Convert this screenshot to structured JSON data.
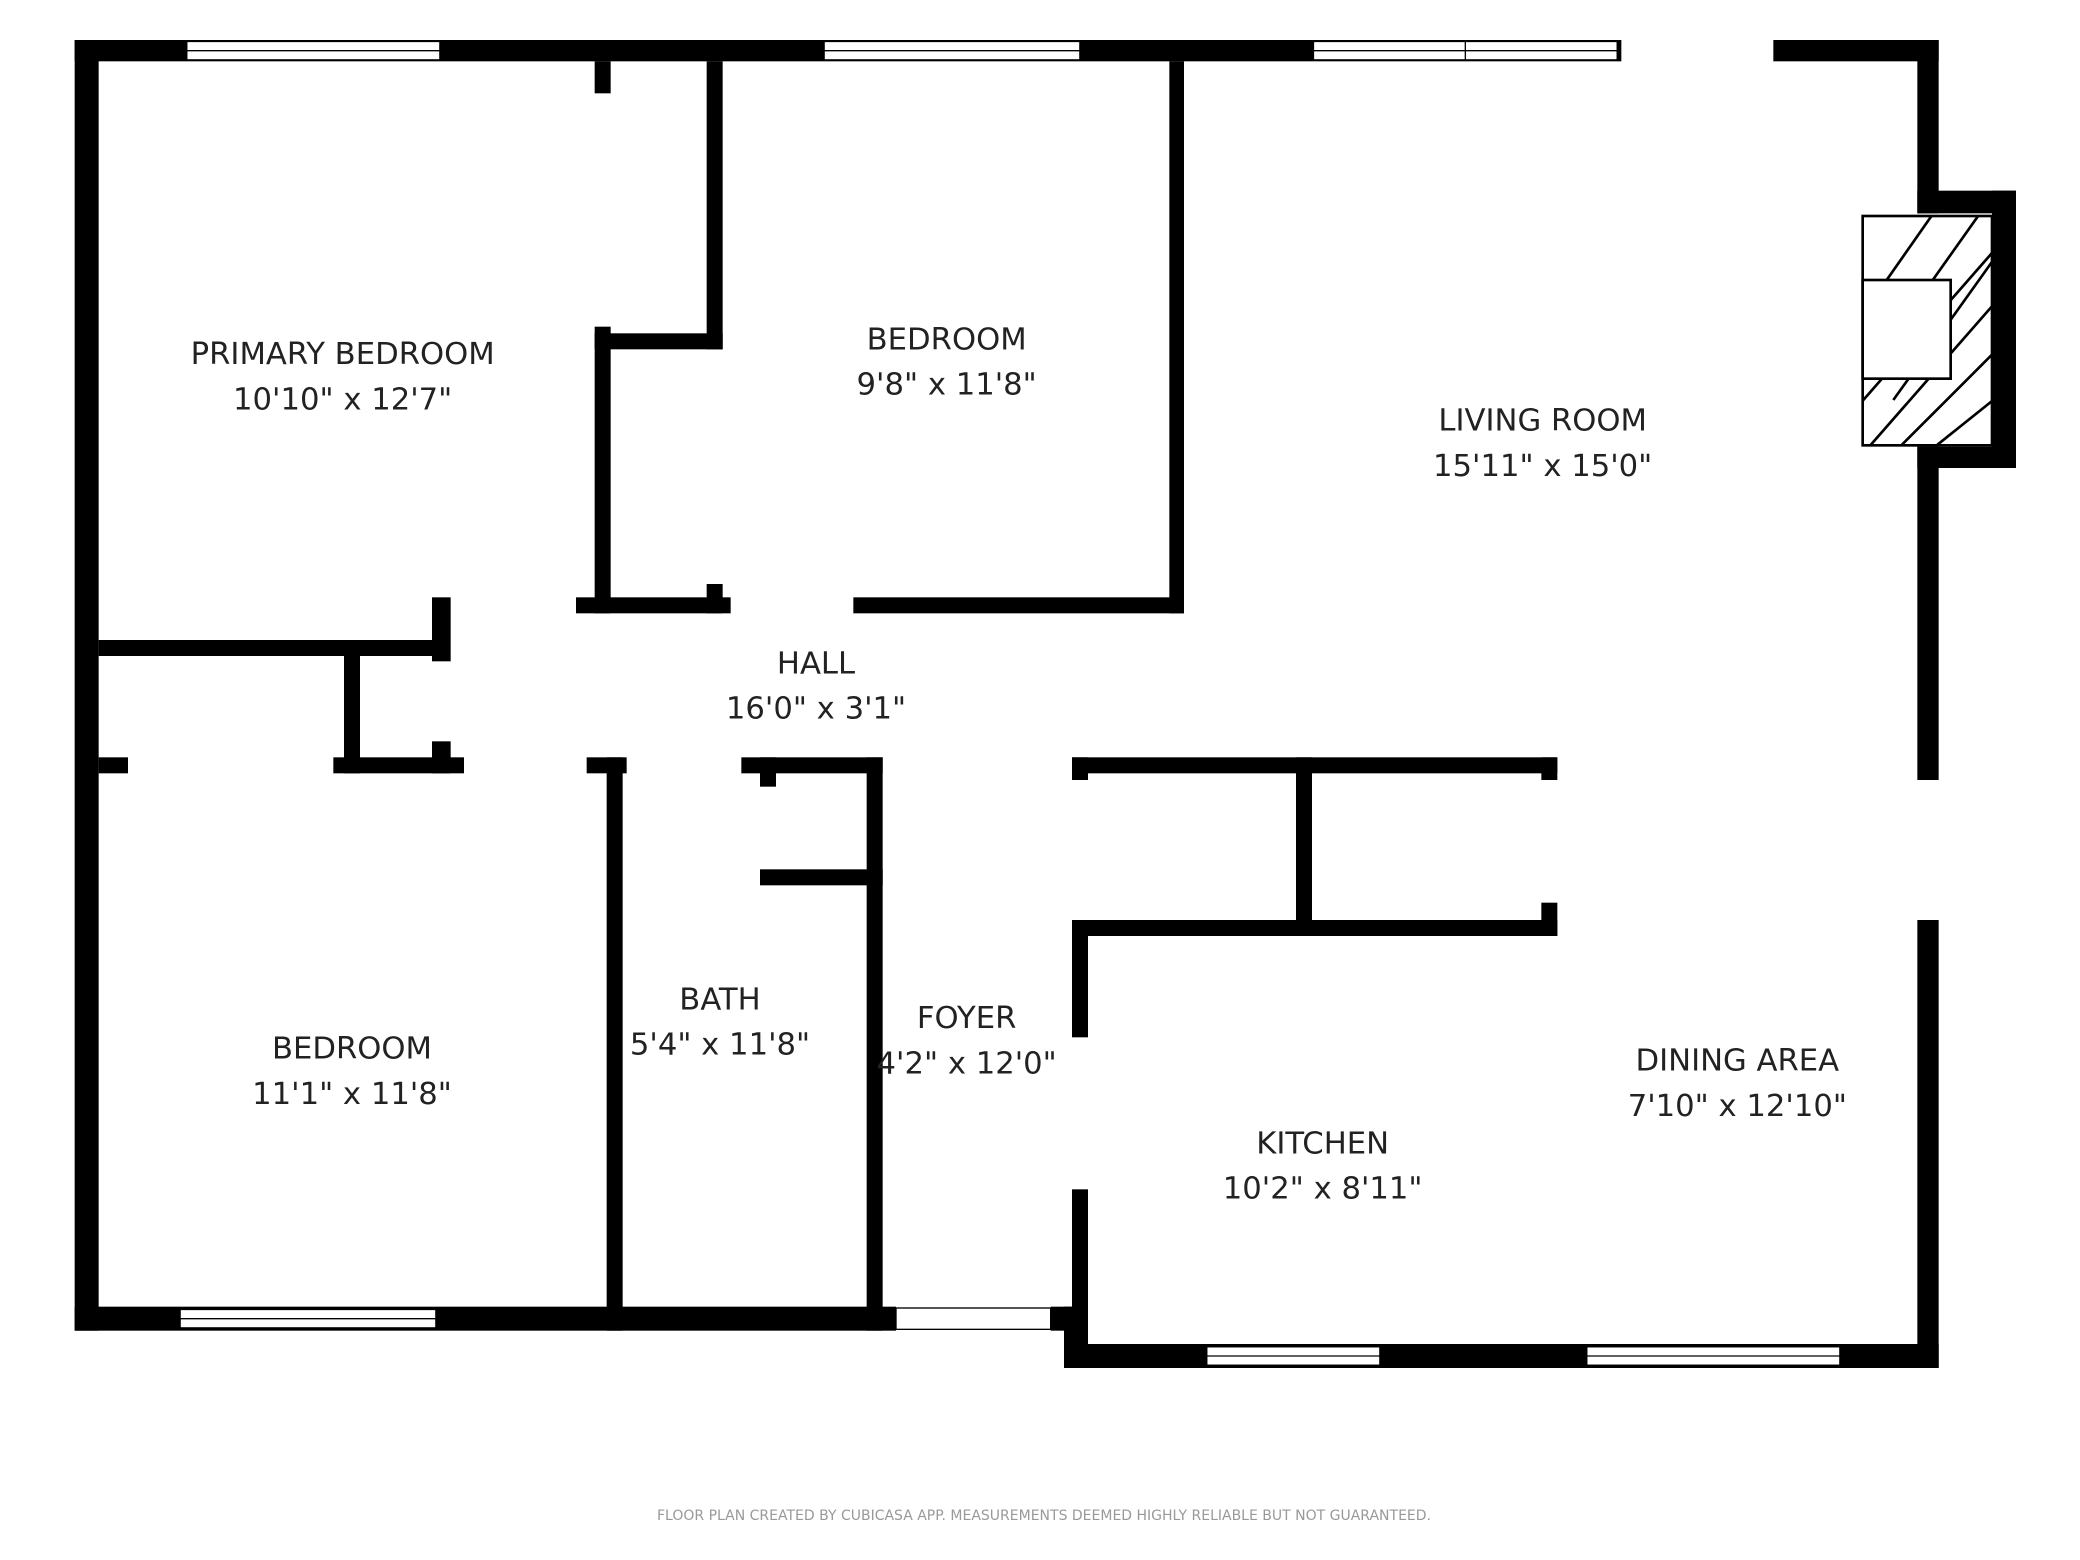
{
  "rooms": [
    {
      "name": "PRIMARY BEDROOM",
      "size": "10'10\" x 12'7\""
    },
    {
      "name": "BEDROOM",
      "size": "9'8\" x 11'8\""
    },
    {
      "name": "LIVING ROOM",
      "size": "15'11\" x 15'0\""
    },
    {
      "name": "HALL",
      "size": "16'0\" x 3'1\""
    },
    {
      "name": "BEDROOM",
      "size": "11'1\" x 11'8\""
    },
    {
      "name": "BATH",
      "size": "5'4\" x 11'8\""
    },
    {
      "name": "FOYER",
      "size": "4'2\" x 12'0\""
    },
    {
      "name": "KITCHEN",
      "size": "10'2\" x 8'11\""
    },
    {
      "name": "DINING AREA",
      "size": "7'10\" x 12'10\""
    }
  ],
  "footer": "FLOOR PLAN CREATED BY CUBICASA APP. MEASUREMENTS DEEMED HIGHLY RELIABLE BUT NOT GUARANTEED.",
  "colors": {
    "wall": "#000000",
    "text": "#222222",
    "footer": "#999999"
  },
  "icons": [
    "fireplace-icon",
    "window-icon"
  ]
}
